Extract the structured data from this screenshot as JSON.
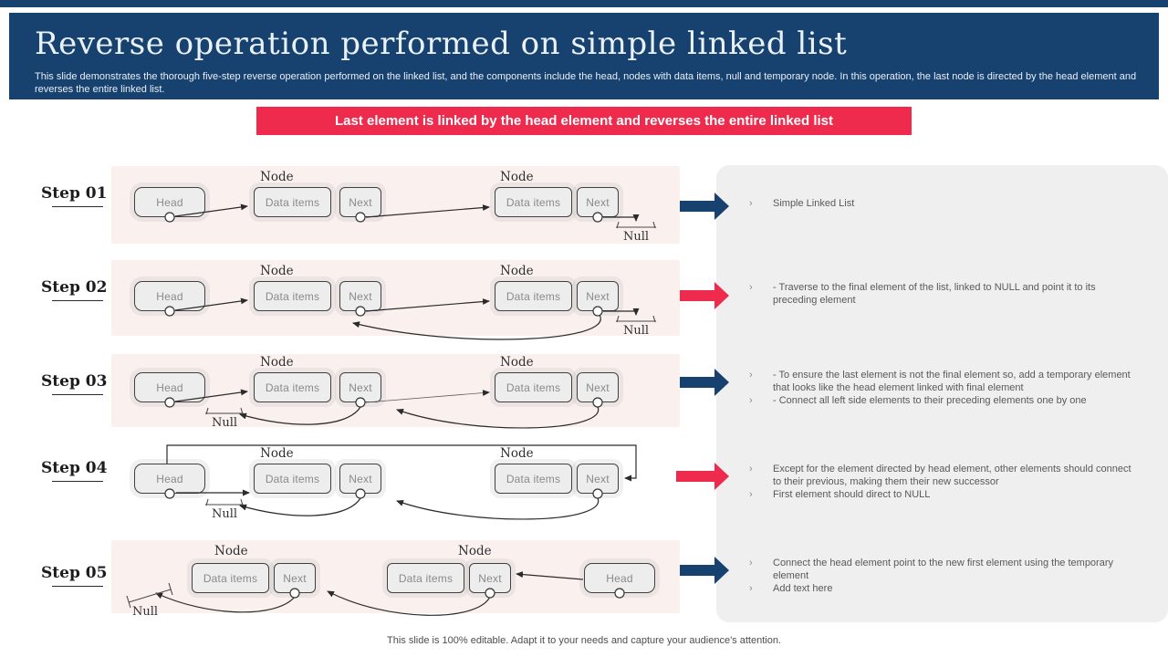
{
  "slide": {
    "title": "Reverse operation performed on simple linked list",
    "subtitle": "This slide demonstrates the thorough five-step reverse operation performed on the linked list, and the components include the head, nodes with data items, null and temporary node. In this operation, the last node is directed by the head element and reverses the entire linked list.",
    "banner": "Last element is linked by the head element and reverses the entire linked list",
    "footer": "This slide is 100% editable. Adapt it to your needs and capture your audience's attention."
  },
  "labels": {
    "node": "Node",
    "head": "Head",
    "data_items": "Data items",
    "next": "Next",
    "null": "Null",
    "bullet": "›"
  },
  "steps": [
    {
      "label": "Step 01",
      "arrow_color": "#17416E",
      "notes": [
        "Simple Linked List"
      ]
    },
    {
      "label": "Step 02",
      "arrow_color": "#EF2B4D",
      "notes": [
        "- Traverse to the final element of the list, linked to NULL and point it to its preceding element"
      ]
    },
    {
      "label": "Step 03",
      "arrow_color": "#17416E",
      "notes": [
        "- To ensure the last element is not the final element so, add a temporary element that looks like the head element linked with final element",
        "- Connect all left side elements to their preceding elements one by one"
      ]
    },
    {
      "label": "Step 04",
      "arrow_color": "#EF2B4D",
      "notes": [
        "Except for the element directed by head element, other elements should connect to their previous, making them their new successor",
        "First element should direct to NULL"
      ]
    },
    {
      "label": "Step 05",
      "arrow_color": "#17416E",
      "notes": [
        "Connect the head element point to the new first element using the temporary element",
        "Add text here"
      ]
    }
  ],
  "colors": {
    "navy": "#17416E",
    "red": "#EF2B4D"
  }
}
